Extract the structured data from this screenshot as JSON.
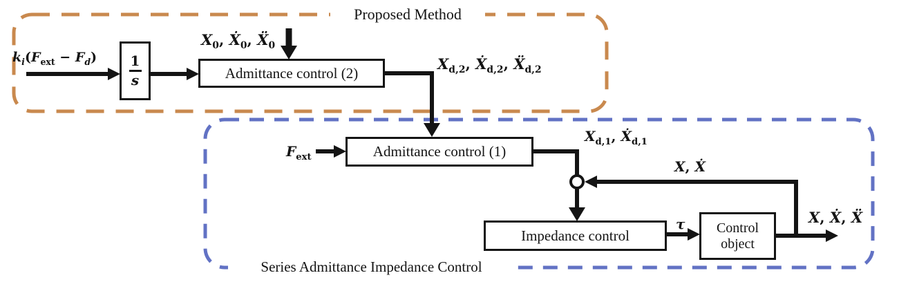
{
  "colors": {
    "proposed_box": "#C9894E",
    "series_box": "#6272C4",
    "line": "#141414"
  },
  "groups": {
    "proposed": {
      "title": "Proposed Method"
    },
    "series": {
      "title": "Series Admittance Impedance Control"
    }
  },
  "blocks": {
    "integrator": {
      "numerator": "1",
      "denominator": "s"
    },
    "admittance2": {
      "label": "Admittance control (2)"
    },
    "admittance1": {
      "label": "Admittance control (1)"
    },
    "impedance": {
      "label": "Impedance control"
    },
    "control_object": {
      "label": "Control object"
    }
  },
  "signals": {
    "force_error": [
      {
        "t": "k",
        "sub": "i",
        "subit": true
      },
      {
        "t": "(",
        "up": true
      },
      {
        "t": "F",
        "sub": "ext"
      },
      {
        "t": " − ",
        "up": true
      },
      {
        "t": "F",
        "sub": "d",
        "subit": true
      },
      {
        "t": ")",
        "up": true
      }
    ],
    "initial_state": [
      {
        "t": "X",
        "sub": "0"
      },
      {
        "t": ", ",
        "up": true
      },
      {
        "t": "Ẋ",
        "sub": "0"
      },
      {
        "t": ", ",
        "up": true
      },
      {
        "t": "Ẍ",
        "sub": "0"
      }
    ],
    "desired_state_2": [
      {
        "t": "X",
        "sub": "d,2"
      },
      {
        "t": ", ",
        "up": true
      },
      {
        "t": "Ẋ",
        "sub": "d,2"
      },
      {
        "t": ", ",
        "up": true
      },
      {
        "t": "Ẍ",
        "sub": "d,2"
      }
    ],
    "external_force": [
      {
        "t": "F",
        "sub": "ext"
      }
    ],
    "desired_state_1": [
      {
        "t": "X",
        "sub": "d,1"
      },
      {
        "t": ", ",
        "up": true
      },
      {
        "t": "Ẋ",
        "sub": "d,1"
      }
    ],
    "feedback_state": [
      {
        "t": "X"
      },
      {
        "t": ", ",
        "up": true
      },
      {
        "t": "Ẋ"
      }
    ],
    "torque": [
      {
        "t": "τ"
      }
    ],
    "output_state": [
      {
        "t": "X"
      },
      {
        "t": ", ",
        "up": true
      },
      {
        "t": "Ẋ"
      },
      {
        "t": ", ",
        "up": true
      },
      {
        "t": "Ẍ"
      }
    ]
  }
}
